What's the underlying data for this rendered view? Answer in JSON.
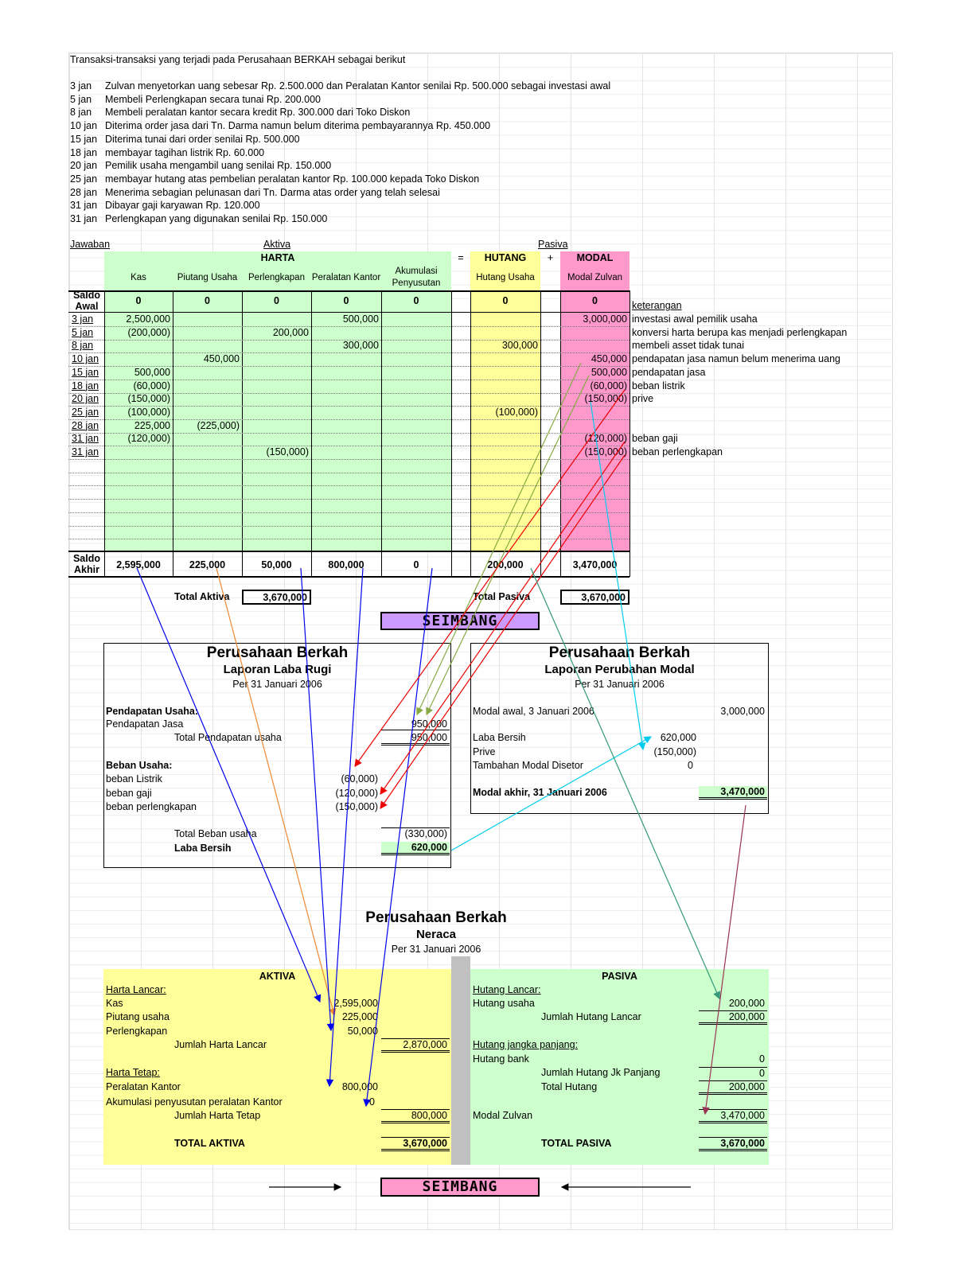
{
  "intro": "Transaksi-transaksi yang terjadi pada Perusahaan BERKAH sebagai berikut",
  "transactions": [
    {
      "date": "3 jan",
      "desc": "Zulvan menyetorkan uang sebesar Rp. 2.500.000 dan Peralatan Kantor senilai Rp. 500.000 sebagai investasi awal"
    },
    {
      "date": "5 jan",
      "desc": "Membeli Perlengkapan secara tunai Rp. 200.000"
    },
    {
      "date": "8 jan",
      "desc": "Membeli peralatan kantor secara kredit Rp. 300.000 dari Toko Diskon"
    },
    {
      "date": "10 jan",
      "desc": "Diterima order jasa dari Tn. Darma namun belum diterima pembayarannya Rp. 450.000"
    },
    {
      "date": "15 jan",
      "desc": "Diterima  tunai dari order senilai Rp. 500.000"
    },
    {
      "date": "18 jan",
      "desc": "membayar tagihan listrik Rp. 60.000"
    },
    {
      "date": "20 jan",
      "desc": "Pemilik usaha mengambil uang senilai Rp. 150.000"
    },
    {
      "date": "25 jan",
      "desc": "membayar hutang atas pembelian peralatan kantor Rp. 100.000 kepada Toko Diskon"
    },
    {
      "date": "28 jan",
      "desc": "Menerima sebagian pelunasan dari Tn. Darma atas order yang telah selesai"
    },
    {
      "date": "31 jan",
      "desc": "Dibayar gaji karyawan Rp. 120.000"
    },
    {
      "date": "31 jan",
      "desc": "Perlengkapan yang digunakan senilai Rp. 150.000"
    }
  ],
  "jawaban": "Jawaban",
  "aktiva_label": "Aktiva",
  "pasiva_label": "Pasiva",
  "harta": "HARTA",
  "eq": "=",
  "hutang": "HUTANG",
  "plus": "+",
  "modal": "MODAL",
  "col_headers": [
    "Kas",
    "Piutang Usaha",
    "Perlengkapan",
    "Peralatan Kantor",
    "Akumulasi Penyusutan",
    "Hutang Usaha",
    "Modal Zulvan"
  ],
  "saldo_awal_label": "Saldo Awal",
  "saldo_awal": [
    "0",
    "0",
    "0",
    "0",
    "0",
    "0",
    "0"
  ],
  "keterangan_label": "keterangan",
  "ledger_rows": [
    {
      "date": "3 jan",
      "kas": "2,500,000",
      "piutang": "",
      "perl": "",
      "peral": "500,000",
      "akum": "",
      "hutang": "",
      "modal": "3,000,000",
      "ket": "investasi awal pemilik usaha"
    },
    {
      "date": "5 jan",
      "kas": "(200,000)",
      "piutang": "",
      "perl": "200,000",
      "peral": "",
      "akum": "",
      "hutang": "",
      "modal": "",
      "ket": "konversi harta berupa kas menjadi perlengkapan"
    },
    {
      "date": "8 jan",
      "kas": "",
      "piutang": "",
      "perl": "",
      "peral": "300,000",
      "akum": "",
      "hutang": "300,000",
      "modal": "",
      "ket": "membeli asset tidak tunai"
    },
    {
      "date": "10 jan",
      "kas": "",
      "piutang": "450,000",
      "perl": "",
      "peral": "",
      "akum": "",
      "hutang": "",
      "modal": "450,000",
      "ket": "pendapatan jasa namun belum menerima uang"
    },
    {
      "date": "15 jan",
      "kas": "500,000",
      "piutang": "",
      "perl": "",
      "peral": "",
      "akum": "",
      "hutang": "",
      "modal": "500,000",
      "ket": "pendapatan jasa"
    },
    {
      "date": "18 jan",
      "kas": "(60,000)",
      "piutang": "",
      "perl": "",
      "peral": "",
      "akum": "",
      "hutang": "",
      "modal": "(60,000)",
      "ket": "beban listrik"
    },
    {
      "date": "20 jan",
      "kas": "(150,000)",
      "piutang": "",
      "perl": "",
      "peral": "",
      "akum": "",
      "hutang": "",
      "modal": "(150,000)",
      "ket": "prive"
    },
    {
      "date": "25 jan",
      "kas": "(100,000)",
      "piutang": "",
      "perl": "",
      "peral": "",
      "akum": "",
      "hutang": "(100,000)",
      "modal": "",
      "ket": ""
    },
    {
      "date": "28 jan",
      "kas": "225,000",
      "piutang": "(225,000)",
      "perl": "",
      "peral": "",
      "akum": "",
      "hutang": "",
      "modal": "",
      "ket": ""
    },
    {
      "date": "31 jan",
      "kas": "(120,000)",
      "piutang": "",
      "perl": "",
      "peral": "",
      "akum": "",
      "hutang": "",
      "modal": "(120,000)",
      "ket": "beban gaji"
    },
    {
      "date": "31 jan",
      "kas": "",
      "piutang": "",
      "perl": "(150,000)",
      "peral": "",
      "akum": "",
      "hutang": "",
      "modal": "(150,000)",
      "ket": "beban perlengkapan"
    }
  ],
  "saldo_akhir_label": "Saldo Akhir",
  "saldo_akhir": [
    "2,595,000",
    "225,000",
    "50,000",
    "800,000",
    "0",
    "200,000",
    "3,470,000"
  ],
  "total_aktiva_label": "Total Aktiva",
  "total_aktiva": "3,670,000",
  "total_pasiva_label": "Total Pasiva",
  "total_pasiva": "3,670,000",
  "seimbang": "SEIMBANG",
  "labarugi": {
    "company": "Perusahaan Berkah",
    "title": "Laporan Laba Rugi",
    "period": "Per 31 Januari 2006",
    "pendapatan_usaha": "Pendapatan Usaha:",
    "pendapatan_jasa": "Pendapatan Jasa",
    "pendapatan_jasa_val": "950,000",
    "total_pendapatan": "Total Pendapatan usaha",
    "total_pendapatan_val": "950,000",
    "beban_usaha": "Beban Usaha:",
    "beban": [
      {
        "label": "beban Listrik",
        "val": "(60,000)"
      },
      {
        "label": "beban gaji",
        "val": "(120,000)"
      },
      {
        "label": "beban perlengkapan",
        "val": "(150,000)"
      }
    ],
    "total_beban": "Total Beban usaha",
    "total_beban_val": "(330,000)",
    "laba_bersih": "Laba Bersih",
    "laba_bersih_val": "620,000"
  },
  "modal_report": {
    "company": "Perusahaan Berkah",
    "title": "Laporan Perubahan Modal",
    "period": "Per 31 Januari 2006",
    "modal_awal": "Modal awal, 3 Januari 2006",
    "modal_awal_val": "3,000,000",
    "laba_bersih": "Laba Bersih",
    "laba_bersih_val": "620,000",
    "prive": "Prive",
    "prive_val": "(150,000)",
    "tambahan": "Tambahan Modal Disetor",
    "tambahan_val": "0",
    "modal_akhir": "Modal akhir, 31 Januari 2006",
    "modal_akhir_val": "3,470,000"
  },
  "neraca": {
    "company": "Perusahaan Berkah",
    "title": "Neraca",
    "period": "Per 31 Januari 2006",
    "aktiva": "AKTIVA",
    "pasiva": "PASIVA",
    "harta_lancar": "Harta Lancar:",
    "kas": "Kas",
    "kas_val": "2,595,000",
    "piutang": "Piutang usaha",
    "piutang_val": "225,000",
    "perlengkapan": "Perlengkapan",
    "perlengkapan_val": "50,000",
    "jml_harta_lancar": "Jumlah Harta Lancar",
    "jml_harta_lancar_val": "2,870,000",
    "harta_tetap": "Harta Tetap:",
    "peralatan": "Peralatan Kantor",
    "peralatan_val": "800,000",
    "akumulasi": "Akumulasi penyusutan peralatan Kantor",
    "akumulasi_val": "0",
    "jml_harta_tetap": "Jumlah Harta Tetap",
    "jml_harta_tetap_val": "800,000",
    "total_aktiva": "TOTAL AKTIVA",
    "total_aktiva_val": "3,670,000",
    "hutang_lancar": "Hutang Lancar:",
    "hutang_usaha": "Hutang usaha",
    "hutang_usaha_val": "200,000",
    "jml_hutang_lancar": "Jumlah Hutang Lancar",
    "jml_hutang_lancar_val": "200,000",
    "hutang_jp": "Hutang jangka panjang:",
    "hutang_bank": "Hutang bank",
    "hutang_bank_val": "0",
    "jml_hutang_jp": "Jumlah Hutang Jk Panjang",
    "jml_hutang_jp_val": "0",
    "total_hutang": "Total Hutang",
    "total_hutang_val": "200,000",
    "modal_zulvan": "Modal Zulvan",
    "modal_zulvan_val": "3,470,000",
    "total_pasiva": "TOTAL PASIVA",
    "total_pasiva_val": "3,670,000"
  }
}
